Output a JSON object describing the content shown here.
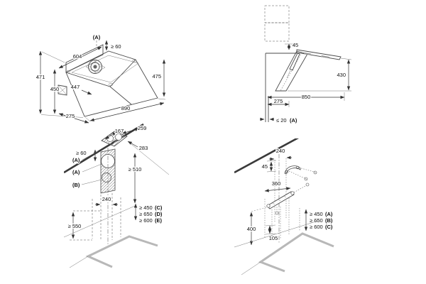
{
  "page": {
    "background": "#ffffff",
    "line_color": "#4a4a4a",
    "counter_color": "#b8b8b8",
    "wall_strip_color": "#c9c9c9"
  },
  "hood_front": {
    "key_a": "(A)",
    "gap_top": "≥ 60",
    "width_top": "604",
    "height_back": "471",
    "height_mid": "450",
    "depth_top": "447",
    "height_front": "475",
    "width_bottom": "890",
    "depth_bottom": "275"
  },
  "hood_side": {
    "gap_top": "45",
    "height_front": "430",
    "depth_total": "850",
    "depth_bottom": "275",
    "wall_rail": "≤ 20",
    "wall_rail_key": "(A)"
  },
  "wall_recess": {
    "plate_depth": "167",
    "plate_width": "259",
    "plate_diag": "283",
    "gap_top": "≥ 60",
    "key_a1": "(A)",
    "key_a2": "(A)",
    "key_b": "(B)",
    "height_duct": "≥ 510",
    "hole_spacing": "240",
    "height_bottom": "≥ 550",
    "clearances": [
      {
        "value": "≥ 450",
        "key": "(C)"
      },
      {
        "value": "≥ 650",
        "key": "(D)"
      },
      {
        "value": "≥ 600",
        "key": "(E)"
      }
    ]
  },
  "wall_mount": {
    "hole_spacing": "240",
    "gap_top": "45",
    "rail_width": "360",
    "height_rail": "400",
    "offset_small": "105",
    "clearances": [
      {
        "value": "≥ 450",
        "key": "(A)"
      },
      {
        "value": "≥ 650",
        "key": "(B)"
      },
      {
        "value": "≥ 600",
        "key": "(C)"
      }
    ]
  }
}
